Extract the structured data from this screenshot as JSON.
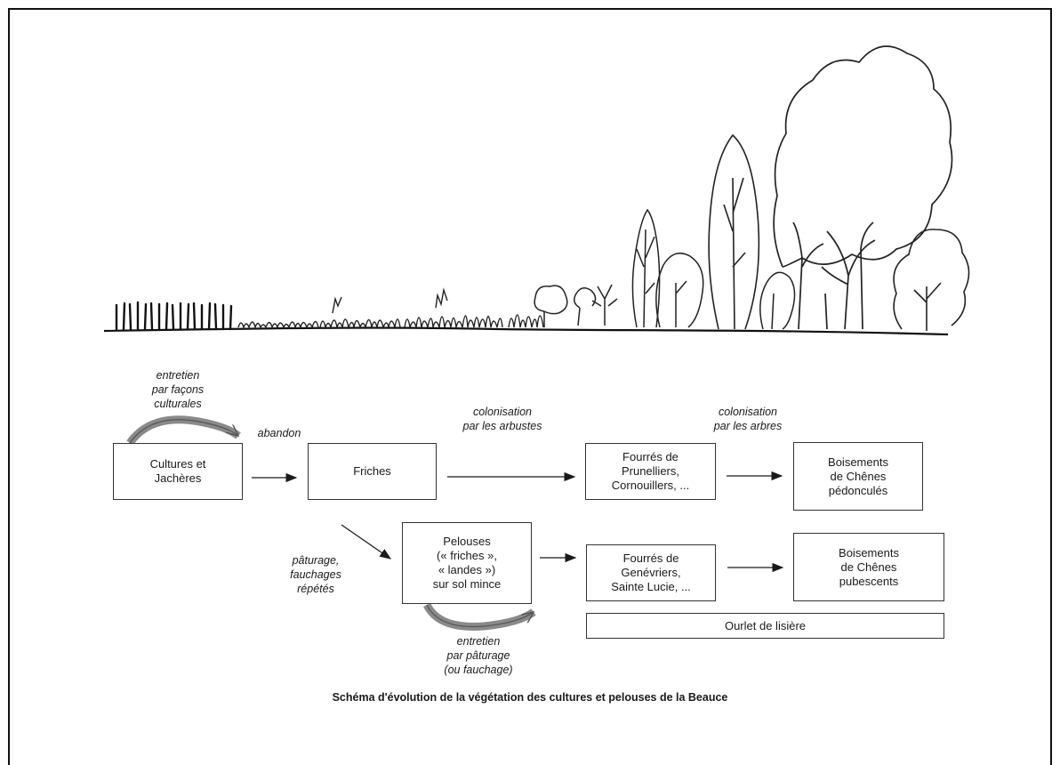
{
  "boxes": {
    "cultures": "Cultures et\nJachères",
    "friches": "Friches",
    "fourres_prunelliers": "Fourrés de\nPrunelliers,\nCornouillers, ...",
    "boisements_pedoncules": "Boisements\nde Chênes\npédonculés",
    "pelouses": "Pelouses\n(« friches »,\n« landes »)\nsur sol mince",
    "fourres_genevriers": "Fourrés de\nGenévriers,\nSainte Lucie, ...",
    "boisements_pubescents": "Boisements\nde Chênes\npubescents",
    "ourlet": "Ourlet de lisière"
  },
  "labels": {
    "entretien_culturales": "entretien\npar façons\nculturales",
    "abandon": "abandon",
    "colonisation_arbustes": "colonisation\npar les arbustes",
    "colonisation_arbres": "colonisation\npar les arbres",
    "paturage": "pâturage,\nfauchages\nrépétés",
    "entretien_paturage": "entretien\npar pâturage\n(ou fauchage)"
  },
  "caption": "Schéma d'évolution de la végétation des cultures et pelouses de la Beauce",
  "colors": {
    "ink": "#1a1a1a",
    "line": "#333333",
    "shade": "#9a9a9a"
  }
}
